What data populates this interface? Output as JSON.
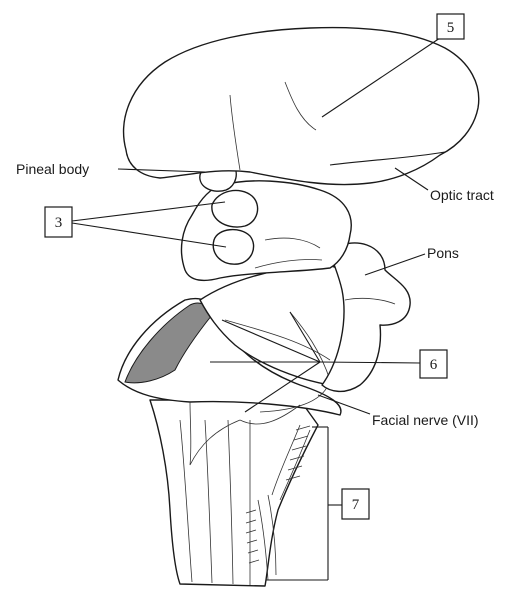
{
  "labels": {
    "pineal_body": "Pineal body",
    "optic_tract": "Optic tract",
    "pons": "Pons",
    "facial_nerve": "Facial nerve (VII)"
  },
  "boxes": {
    "box_5": "5",
    "box_3": "3",
    "box_6": "6",
    "box_7": "7"
  },
  "colors": {
    "line": "#1a1a1a",
    "background": "#ffffff",
    "shade": "#8a8a8a"
  }
}
